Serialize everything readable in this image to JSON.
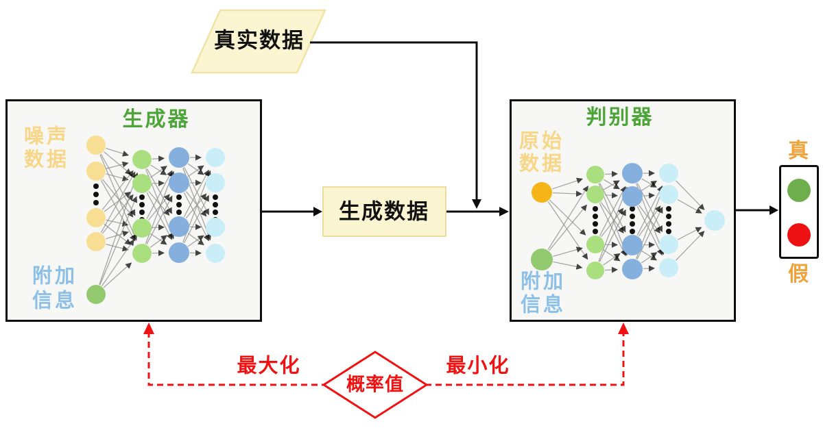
{
  "diagram": {
    "real_data": {
      "label": "真实数据"
    },
    "generator": {
      "title": "生成器",
      "noise_label": [
        "噪声",
        "数据"
      ],
      "aux_label": [
        "附加",
        "信息"
      ]
    },
    "generated_data": {
      "label": "生成数据"
    },
    "discriminator": {
      "title": "判别器",
      "original_label": [
        "原始",
        "数据"
      ],
      "aux_label": [
        "附加",
        "信息"
      ]
    },
    "output": {
      "true_label": "真",
      "false_label": "假"
    },
    "feedback": {
      "maximize_label": "最大化",
      "minimize_label": "最小化",
      "probability_label": "概率值"
    }
  },
  "colors": {
    "title_green": "#4DA439",
    "label_yellow": "#F8D688",
    "label_blue": "#8CC0E9",
    "label_orange": "#F0A23B",
    "accent_red": "#F01212",
    "node_yellow": "#F8DE92",
    "node_green": "#AADF80",
    "node_blue": "#85AFDD",
    "node_cyan": "#C9EEF7",
    "node_dark_green": "#93C96F",
    "node_orange": "#F5B517",
    "edge_gray": "#8F8F8F",
    "result_true_green": "#6FAE4C",
    "result_false_red": "#ED1111",
    "panel_bg": "#F7F7F5",
    "data_fill": "#FCF5D1",
    "data_border": "#EFDD9D",
    "line_black": "#0D0D0D"
  }
}
